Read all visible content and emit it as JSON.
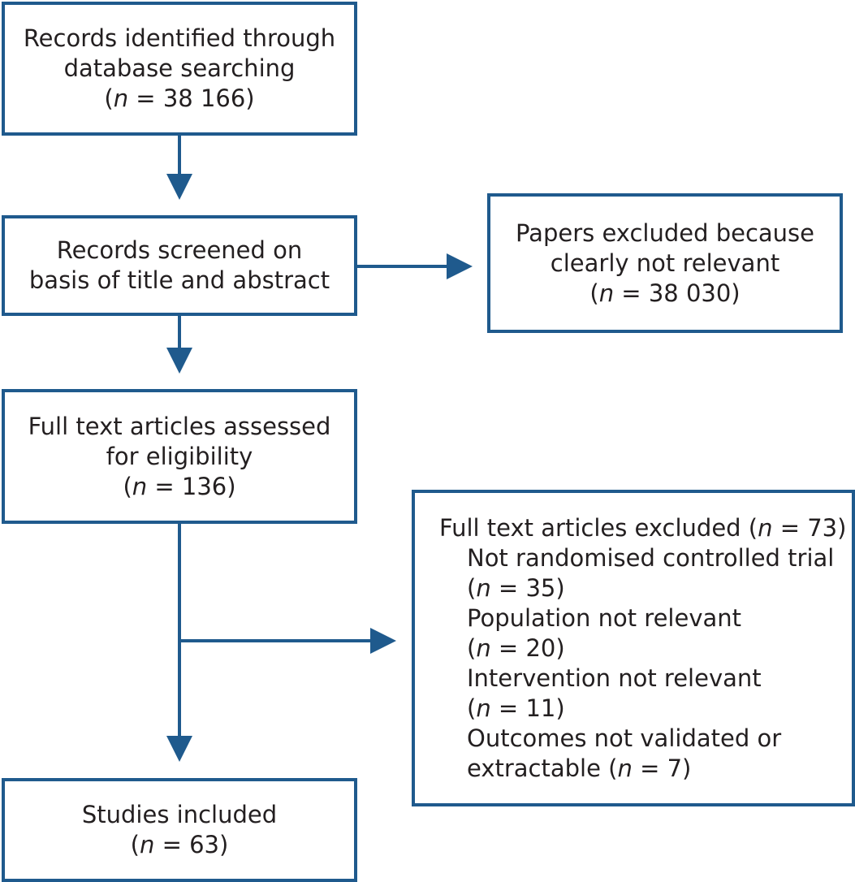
{
  "diagram": {
    "boxes": {
      "identified": {
        "lines": [
          "Records identified through",
          "database searching"
        ],
        "n_prefix": "(",
        "n_var": "n",
        "n_value": " = 38 166)"
      },
      "screened": {
        "lines": [
          "Records screened on",
          "basis of title and abstract"
        ]
      },
      "excluded_title": {
        "lines": [
          "Papers excluded because",
          "clearly not relevant"
        ],
        "n_prefix": "(",
        "n_var": "n",
        "n_value": " = 38 030)"
      },
      "full_text": {
        "lines": [
          "Full text articles assessed",
          "for eligibility"
        ],
        "n_prefix": "(",
        "n_var": "n",
        "n_value": " = 136)"
      },
      "excluded_full": {
        "header": "Full text articles excluded (",
        "header_var": "n",
        "header_value": " = 73)",
        "reasons": [
          {
            "text": "Not randomised controlled trial",
            "n_prefix": "(",
            "n_var": "n",
            "n_value": " = 35)"
          },
          {
            "text": "Population not relevant",
            "n_prefix": "(",
            "n_var": "n",
            "n_value": " = 20)"
          },
          {
            "text": "Intervention not relevant",
            "n_prefix": "(",
            "n_var": "n",
            "n_value": " = 11)"
          },
          {
            "text": "Outcomes not validated or",
            "text2": "extractable (",
            "n_var": "n",
            "n_value": " = 7)"
          }
        ]
      },
      "included": {
        "lines": [
          "Studies included"
        ],
        "n_prefix": "(",
        "n_var": "n",
        "n_value": " = 63)"
      }
    },
    "colors": {
      "stroke": "#1f5a8d",
      "text": "#231f20"
    }
  }
}
